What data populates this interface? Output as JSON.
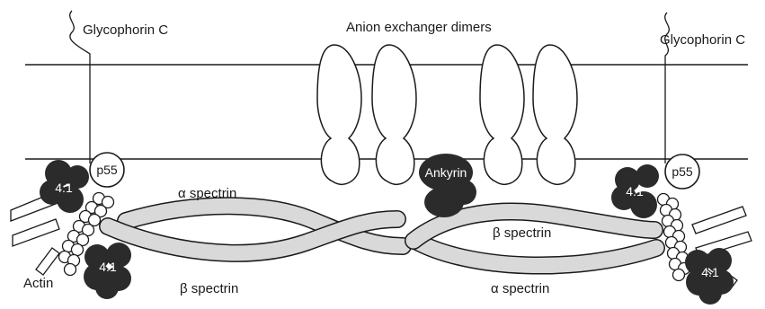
{
  "labels": {
    "glycophorin_left": "Glycophorin C",
    "glycophorin_right": "Glycophorin C",
    "anion_exchanger": "Anion exchanger dimers",
    "ankyrin": "Ankyrin",
    "p55_left": "p55",
    "p55_right": "p55",
    "protein41_left_top": "4.1",
    "protein41_left_bottom": "4.1",
    "protein41_right_top": "4.1",
    "protein41_right_bottom": "4.1",
    "alpha_spectrin_left": "α spectrin",
    "beta_spectrin_left": "β spectrin",
    "beta_spectrin_right": "β spectrin",
    "alpha_spectrin_right": "α spectrin",
    "actin": "Actin"
  },
  "colors": {
    "ink": "#1a1a1a",
    "dark_protein": "#2b2b2b",
    "spectrin_fill": "#d9d9d9",
    "background": "#ffffff"
  }
}
